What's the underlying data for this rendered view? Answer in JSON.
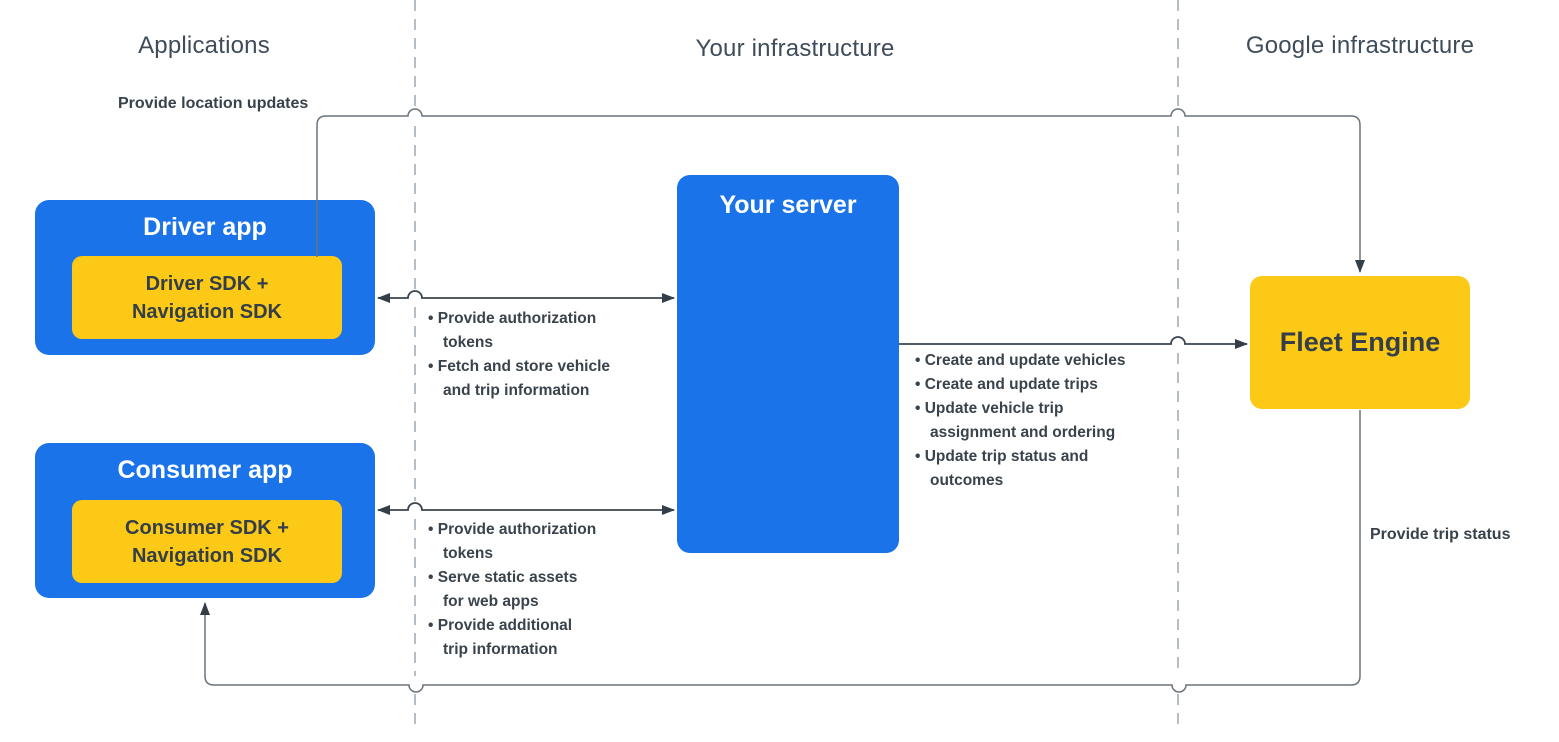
{
  "columns": {
    "applications": "Applications",
    "your_infrastructure": "Your infrastructure",
    "google_infrastructure": "Google infrastructure"
  },
  "nodes": {
    "driver_app": {
      "title": "Driver app",
      "sdk": "Driver SDK +\nNavigation SDK"
    },
    "consumer_app": {
      "title": "Consumer app",
      "sdk": "Consumer SDK +\nNavigation SDK"
    },
    "your_server": {
      "title": "Your server"
    },
    "fleet_engine": {
      "title": "Fleet Engine"
    }
  },
  "edge_labels": {
    "location_updates": "Provide location updates",
    "trip_status": "Provide trip status"
  },
  "edge_lists": {
    "driver_server": {
      "items": [
        "Provide authorization\ntokens",
        "Fetch and store vehicle\nand trip information"
      ]
    },
    "server_fleet": {
      "items": [
        "Create and update vehicles",
        "Create and update trips",
        "Update vehicle trip\nassignment and ordering",
        "Update trip status and\noutcomes"
      ]
    },
    "consumer_server": {
      "items": [
        "Provide authorization\ntokens",
        "Serve static assets\nfor web apps",
        "Provide additional\ntrip information"
      ]
    }
  },
  "colors": {
    "node_blue": "#1a73e8",
    "node_yellow": "#fcc917",
    "connector_gray": "#6a747c",
    "arrow_dark": "#333e48",
    "divider_dashed": "#b6bec5",
    "label_text": "#37424c",
    "header_text": "#3f4c5a",
    "node_title_text": "#ffffff"
  }
}
